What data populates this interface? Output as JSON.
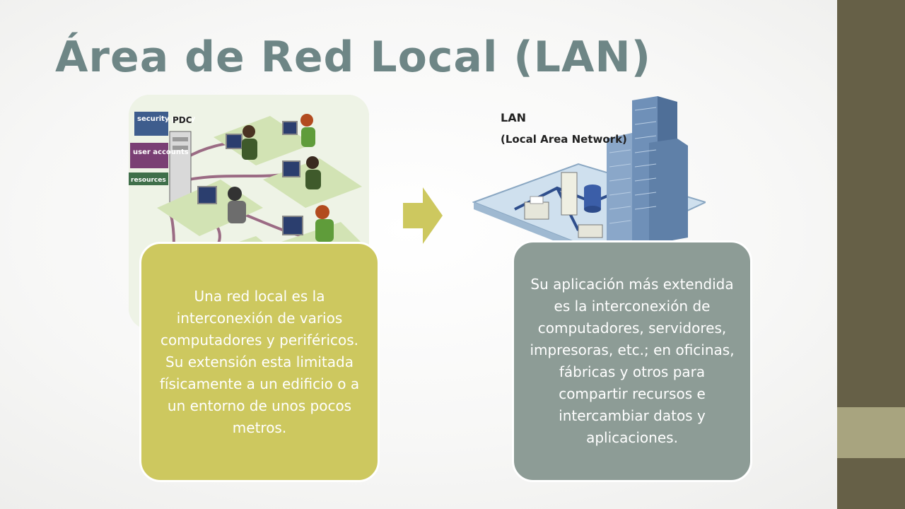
{
  "title": "Área de Red Local (LAN)",
  "left_image": {
    "labels": {
      "security_policy": "security policy",
      "user_accounts": "user accounts",
      "resources": "resources",
      "pdc": "PDC"
    }
  },
  "right_image": {
    "label_line1": "LAN",
    "label_line2": "(Local Area Network)"
  },
  "left_card": {
    "text": "Una red local es la interconexión de varios computadores y periféricos. Su extensión esta limitada físicamente a un edificio o a un entorno de unos pocos metros."
  },
  "right_card": {
    "text": "Su aplicación más extendida es la interconexión de computadores, servidores, impresoras, etc.; en oficinas, fábricas y otros para compartir recursos e intercambiar datos y aplicaciones."
  },
  "colors": {
    "title": "#6e8686",
    "left_card": "#cdc85f",
    "right_card": "#8d9c96",
    "arrow": "#cdc85f",
    "side_bar": "#666047",
    "side_accent": "#a8a47f"
  }
}
